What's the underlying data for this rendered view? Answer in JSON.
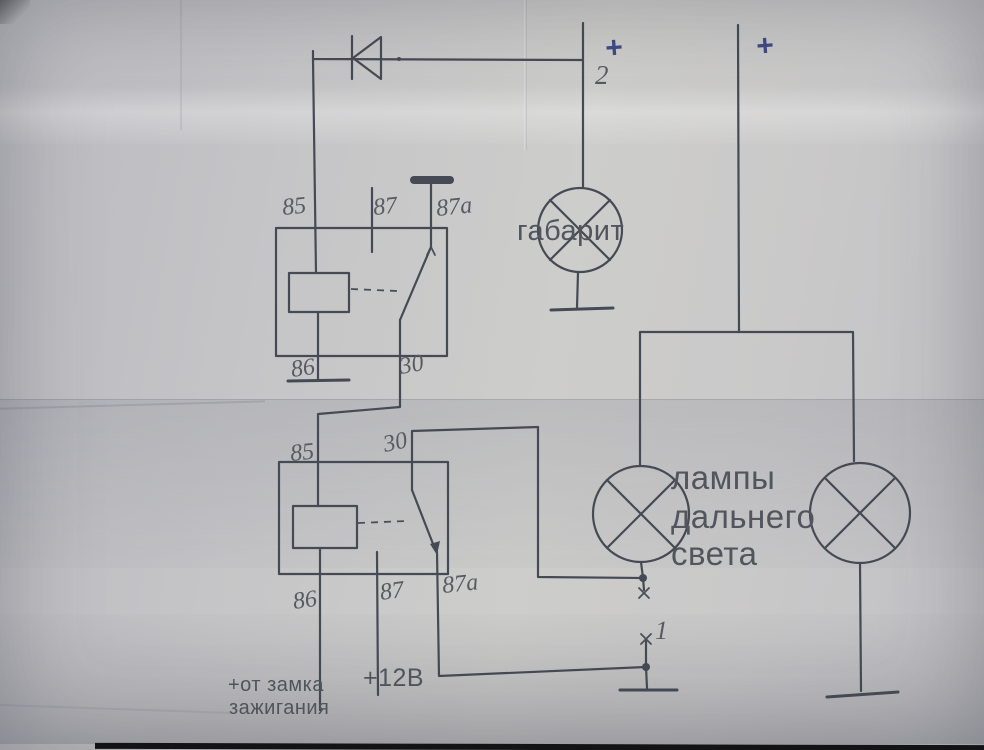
{
  "colors": {
    "paper": "#c6c6c8",
    "ink": "#454a54",
    "pencil": "#585b62",
    "printed_text": "#51565e",
    "blue_pen": "#3e4a85",
    "film_strip": "#131316"
  },
  "top": {
    "plus_left": "+",
    "plus_right": "+",
    "node_2": "2"
  },
  "marker_lamp": {
    "label": "габарит"
  },
  "high_beam": {
    "line1": "лампы",
    "line2": "дальнего",
    "line3": "света"
  },
  "connector": {
    "node_1": "1"
  },
  "relay_upper": {
    "pin_85": "85",
    "pin_87": "87",
    "pin_87a": "87a",
    "pin_86": "86",
    "pin_30": "30"
  },
  "relay_lower": {
    "pin_85": "85",
    "pin_30": "30",
    "pin_86": "86",
    "pin_87": "87",
    "pin_87a": "87a"
  },
  "supply": {
    "ignition_line1": "+от замка",
    "ignition_line2": "зажигания",
    "battery": "+12В"
  }
}
